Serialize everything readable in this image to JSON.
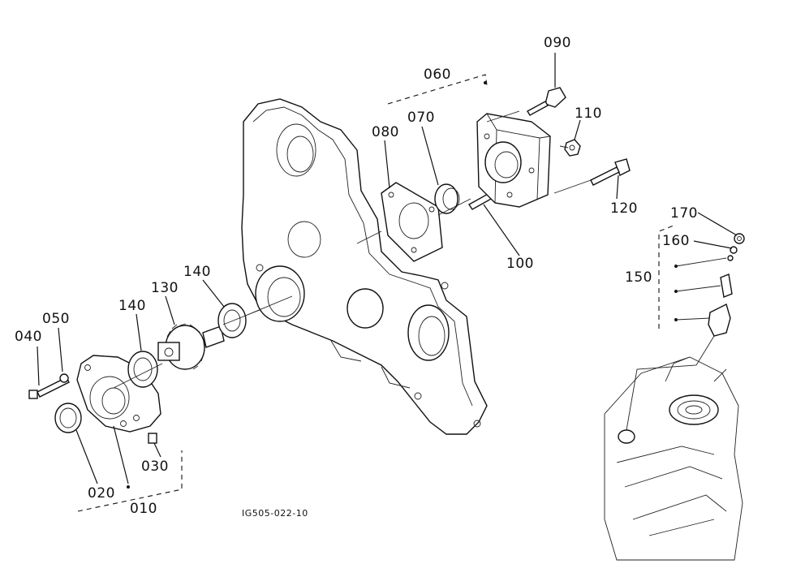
{
  "drawing_code": "IG505-022-10",
  "callouts": [
    {
      "id": "010",
      "text": "010"
    },
    {
      "id": "020",
      "text": "020"
    },
    {
      "id": "030",
      "text": "030"
    },
    {
      "id": "040",
      "text": "040"
    },
    {
      "id": "050",
      "text": "050"
    },
    {
      "id": "060",
      "text": "060"
    },
    {
      "id": "070",
      "text": "070"
    },
    {
      "id": "080",
      "text": "080"
    },
    {
      "id": "090",
      "text": "090"
    },
    {
      "id": "100",
      "text": "100"
    },
    {
      "id": "110",
      "text": "110"
    },
    {
      "id": "120",
      "text": "120"
    },
    {
      "id": "130",
      "text": "130"
    },
    {
      "id": "140a",
      "text": "140"
    },
    {
      "id": "140b",
      "text": "140"
    },
    {
      "id": "150",
      "text": "150"
    },
    {
      "id": "160",
      "text": "160"
    },
    {
      "id": "170",
      "text": "170"
    }
  ]
}
